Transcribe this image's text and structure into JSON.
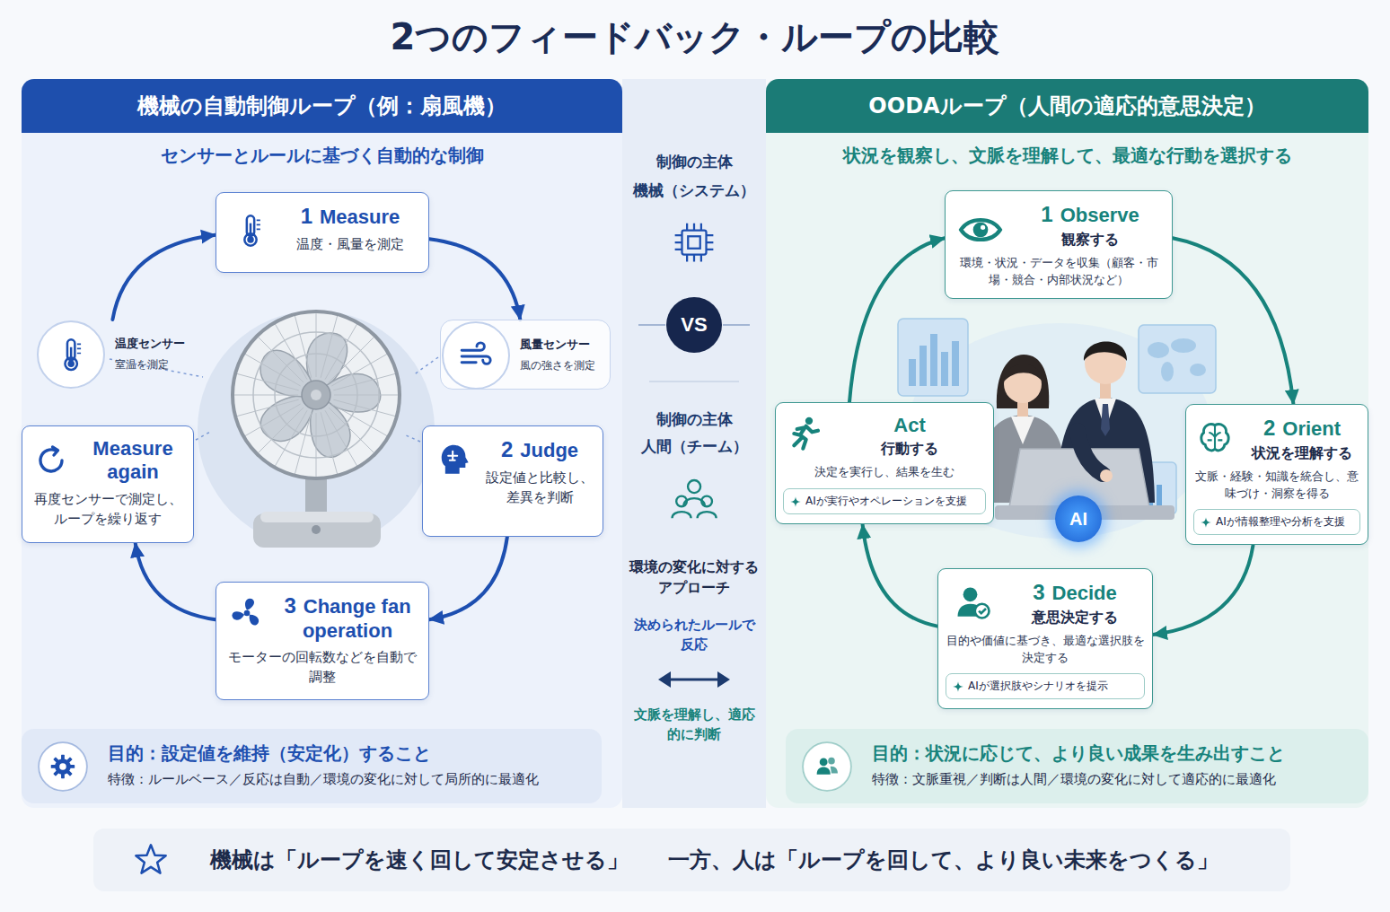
{
  "diagram": {
    "title": "2つのフィードバック・ループの比較",
    "nodes": [
      {
        "text": [
          "機械の自動制御ループ（例：扇風機）",
          "センサーとルールに基づく自動的な制御"
        ]
      },
      {
        "text": [
          "1",
          "Measure",
          "温度・風量を測定"
        ],
        "in": 0
      },
      {
        "text": [
          "温度センサー",
          "室温を測定"
        ],
        "in": 0
      },
      {
        "text": [
          "風量センサー",
          "風の強さを測定"
        ],
        "in": 0
      },
      {
        "text": [
          "Measure again",
          "再度センサーで測定し、ループを繰り返す"
        ],
        "in": 0
      },
      {
        "text": [
          "2",
          "Judge",
          "設定値と比較し、差異を判断"
        ],
        "in": 0
      },
      {
        "text": [
          "3",
          "Change fan operation",
          "モーターの回転数などを自動で調整"
        ],
        "in": 0
      },
      {
        "text": [
          "目的：設定値を維持（安定化）すること",
          "特徴：ルールベース／反応は自動／環境の変化に対して局所的に最適化"
        ],
        "in": 0
      },
      {
        "text": [
          "制御の主体",
          "機械（システム）",
          "制御の主体",
          "人間（チーム）",
          "環境の変化に対するアプローチ",
          "決められたルールで反応",
          "文脈を理解し、適応的に判断"
        ]
      },
      {
        "text": [
          "VS"
        ],
        "in": 8
      },
      {
        "text": [
          "OODAループ（人間の適応的意思決定）",
          "状況を観察し、文脈を理解して、最適な行動を選択する"
        ]
      },
      {
        "text": [
          "1",
          "Observe",
          "観察する",
          "環境・状況・データを収集（顧客・市場・競合・内部状況など）"
        ],
        "in": 10
      },
      {
        "text": [
          "Act",
          "行動する",
          "決定を実行し、結果を生む"
        ],
        "in": 10
      },
      {
        "text": [
          "AIが実行やオペレーションを支援"
        ],
        "in": 12
      },
      {
        "text": [
          "2",
          "Orient",
          "状況を理解する",
          "文脈・経験・知識を統合し、意味づけ・洞察を得る"
        ],
        "in": 10
      },
      {
        "text": [
          "AIが情報整理や分析を支援"
        ],
        "in": 14
      },
      {
        "text": [
          "3",
          "Decide",
          "意思決定する",
          "目的や価値に基づき、最適な選択肢を決定する"
        ],
        "in": 10
      },
      {
        "text": [
          "AIが選択肢やシナリオを提示"
        ],
        "in": 16
      },
      {
        "text": [
          "目的：状況に応じて、より良い成果を生み出すこと",
          "特徴：文脈重視／判断は人間／環境の変化に対して適応的に最適化"
        ],
        "in": 10
      },
      {
        "text": [
          "機械は「ループを速く回して安定させる」",
          "一方、人は「ループを回して、より良い未来をつくる」"
        ]
      }
    ],
    "edges": [
      {
        "from": 2,
        "to": 1,
        "arrow": "to"
      },
      {
        "from": 1,
        "to": 3,
        "arrow": "to"
      },
      {
        "from": 5,
        "to": 6,
        "arrow": "to"
      },
      {
        "from": 6,
        "to": 4,
        "arrow": "to"
      },
      {
        "from": 11,
        "to": 14,
        "arrow": "to"
      },
      {
        "from": 14,
        "to": 16,
        "arrow": "to"
      },
      {
        "from": 16,
        "to": 12,
        "arrow": "to"
      },
      {
        "from": 12,
        "to": 11,
        "arrow": "to"
      }
    ],
    "labels": [
      "AI"
    ]
  }
}
